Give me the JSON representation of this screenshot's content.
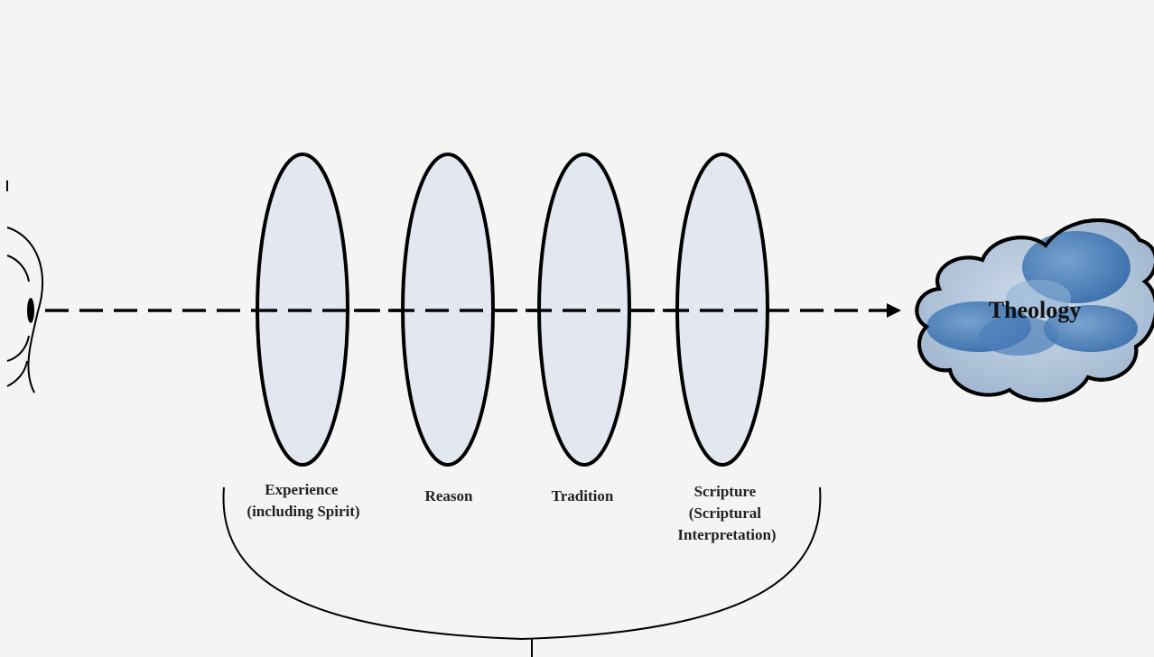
{
  "diagram": {
    "lenses": [
      {
        "id": "experience",
        "label_lines": [
          "Experience",
          "(including Spirit)"
        ]
      },
      {
        "id": "reason",
        "label_lines": [
          "Reason"
        ]
      },
      {
        "id": "tradition",
        "label_lines": [
          "Tradition"
        ]
      },
      {
        "id": "scripture",
        "label_lines": [
          "Scripture",
          "(Scriptural",
          "Interpretation)"
        ]
      }
    ],
    "target": {
      "label": "Theology"
    },
    "colors": {
      "background": "#f4f4f4",
      "lens_fill": "#e2e7f0",
      "stroke": "#000000",
      "cloud_dark": "#2f67a8",
      "cloud_light": "#cfdcea"
    },
    "icons": {
      "viewer": "eye-icon",
      "target": "cloud-icon",
      "direction": "arrow-right-icon"
    }
  }
}
